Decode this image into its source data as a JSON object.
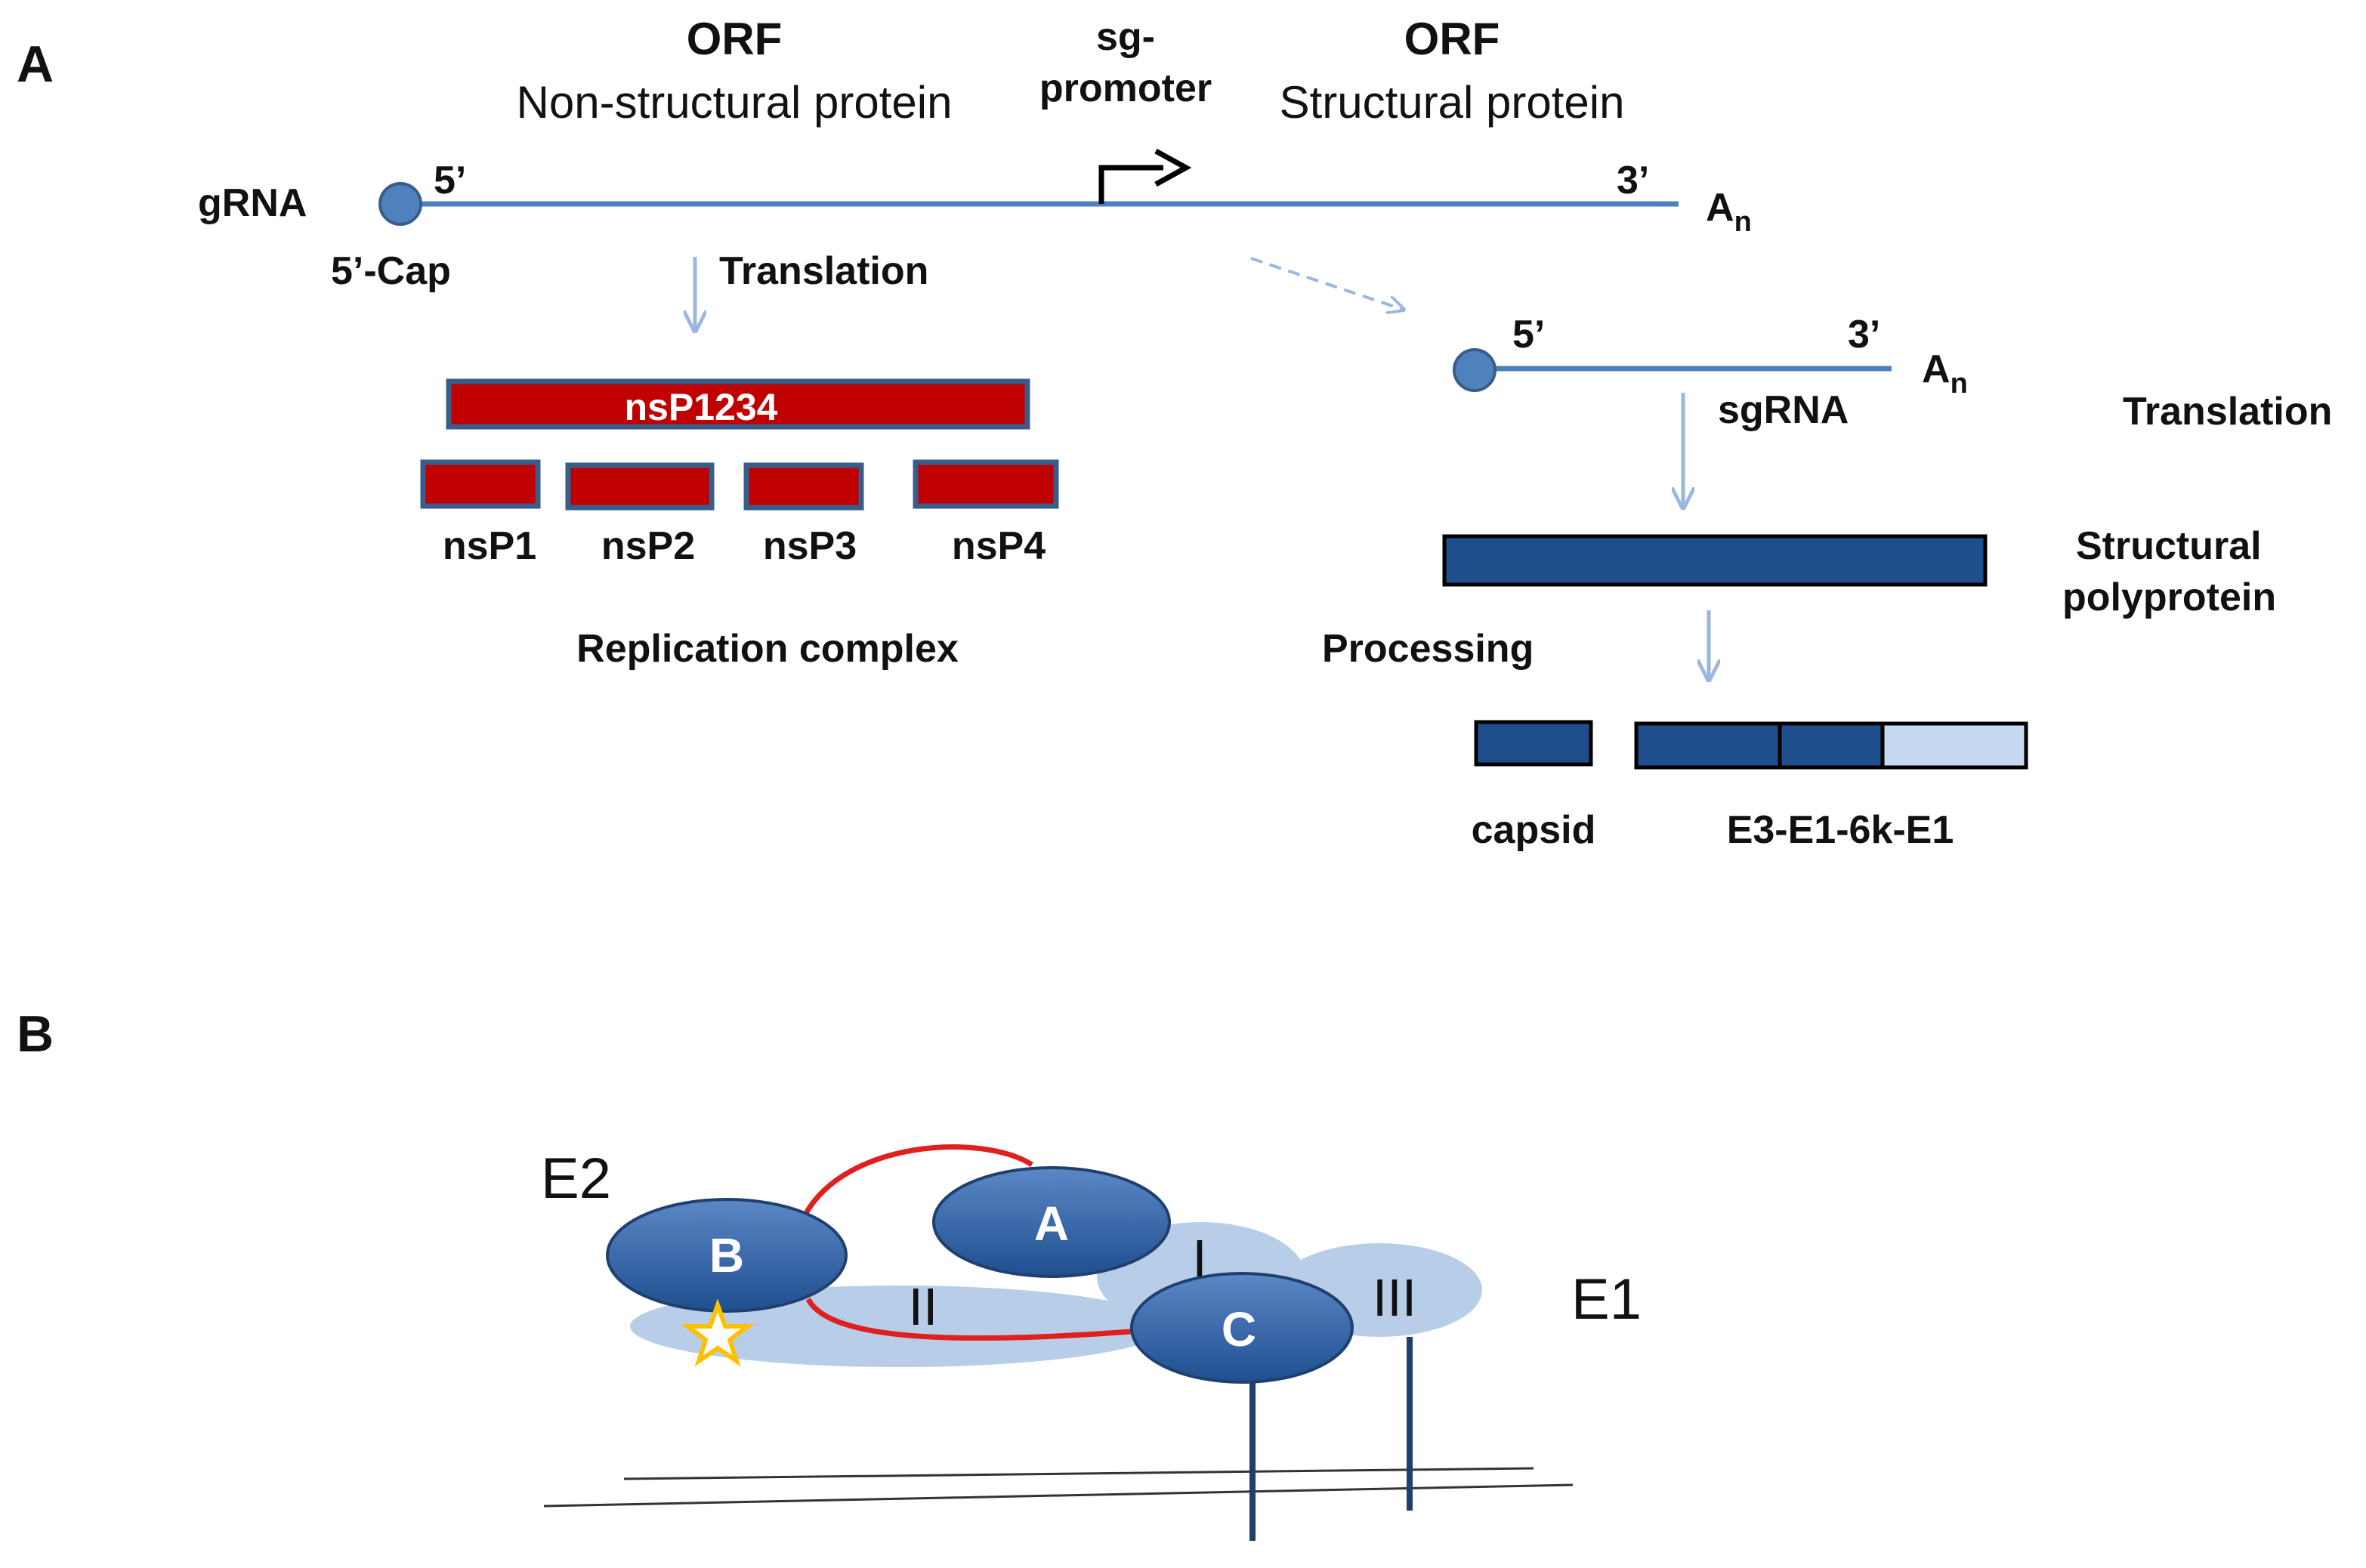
{
  "panelA": {
    "label": "A",
    "orf1": {
      "title": "ORF",
      "subtitle": "Non-structural protein"
    },
    "promoter": {
      "line1": "sg-",
      "line2": "promoter"
    },
    "orf2": {
      "title": "ORF",
      "subtitle": "Structural protein"
    },
    "gRNA": {
      "label": "gRNA",
      "five_prime": "5’",
      "three_prime": "3’",
      "polyA": "A",
      "polyA_sub": "n",
      "cap": "5’-Cap"
    },
    "translation_left": "Translation",
    "nsP1234": "nsP1234",
    "nsps": [
      "nsP1",
      "nsP2",
      "nsP3",
      "nsP4"
    ],
    "replication_complex": "Replication complex",
    "sgRNA": {
      "five_prime": "5’",
      "three_prime": "3’",
      "polyA": "A",
      "polyA_sub": "n",
      "label": "sgRNA"
    },
    "translation_right": "Translation",
    "structural_polyprotein": {
      "line1": "Structural",
      "line2": "polyprotein"
    },
    "processing": "Processing",
    "capsid": "capsid",
    "e_chain": "E3-E1-6k-E1"
  },
  "panelB": {
    "label": "B",
    "e2": "E2",
    "e1": "E1",
    "domains": {
      "A": "A",
      "B": "B",
      "C": "C"
    },
    "e1_domains": {
      "I": "I",
      "II": "II",
      "III": "III"
    }
  },
  "colors": {
    "rna_line": "#4f7fbd",
    "cap_dot": "#4f81bd",
    "nsp_fill": "#c00000",
    "nsp_border": "#385d8a",
    "structural_fill": "#1f4e8c",
    "light_blue": "#c5d9f1",
    "e1_blob": "#b8cde8",
    "arrow_light": "#9bb7dd",
    "red_loop": "#e0201f",
    "star": "#ffc000"
  }
}
